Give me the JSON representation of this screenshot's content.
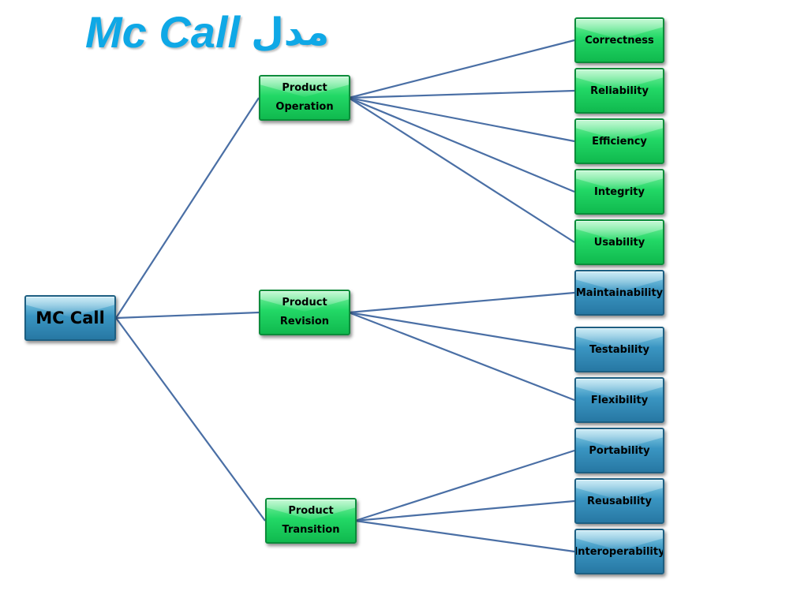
{
  "title": {
    "latin": "Mc Call",
    "arabic": "مدل"
  },
  "root": {
    "label": "MC Call"
  },
  "categories": [
    {
      "line1": "Product",
      "line2": "Operation"
    },
    {
      "line1": "Product",
      "line2": "Revision"
    },
    {
      "line1": "Product",
      "line2": "Transition"
    }
  ],
  "factors": [
    {
      "label": "Correctness",
      "group": "Product Operation"
    },
    {
      "label": "Reliability",
      "group": "Product Operation"
    },
    {
      "label": "Efficiency",
      "group": "Product Operation"
    },
    {
      "label": "Integrity",
      "group": "Product Operation"
    },
    {
      "label": "Usability",
      "group": "Product Operation"
    },
    {
      "label": "Maintainability",
      "group": "Product Revision"
    },
    {
      "label": "Testability",
      "group": "Product Revision"
    },
    {
      "label": "Flexibility",
      "group": "Product Revision"
    },
    {
      "label": "Portability",
      "group": "Product Transition"
    },
    {
      "label": "Reusability",
      "group": "Product Transition"
    },
    {
      "label": "Interoperability",
      "group": "Product Transition"
    }
  ],
  "colors": {
    "title": "#0fa8e6",
    "connector": "#4a6fa5",
    "green_node": "#22d866",
    "blue_node": "#3a95c2"
  }
}
